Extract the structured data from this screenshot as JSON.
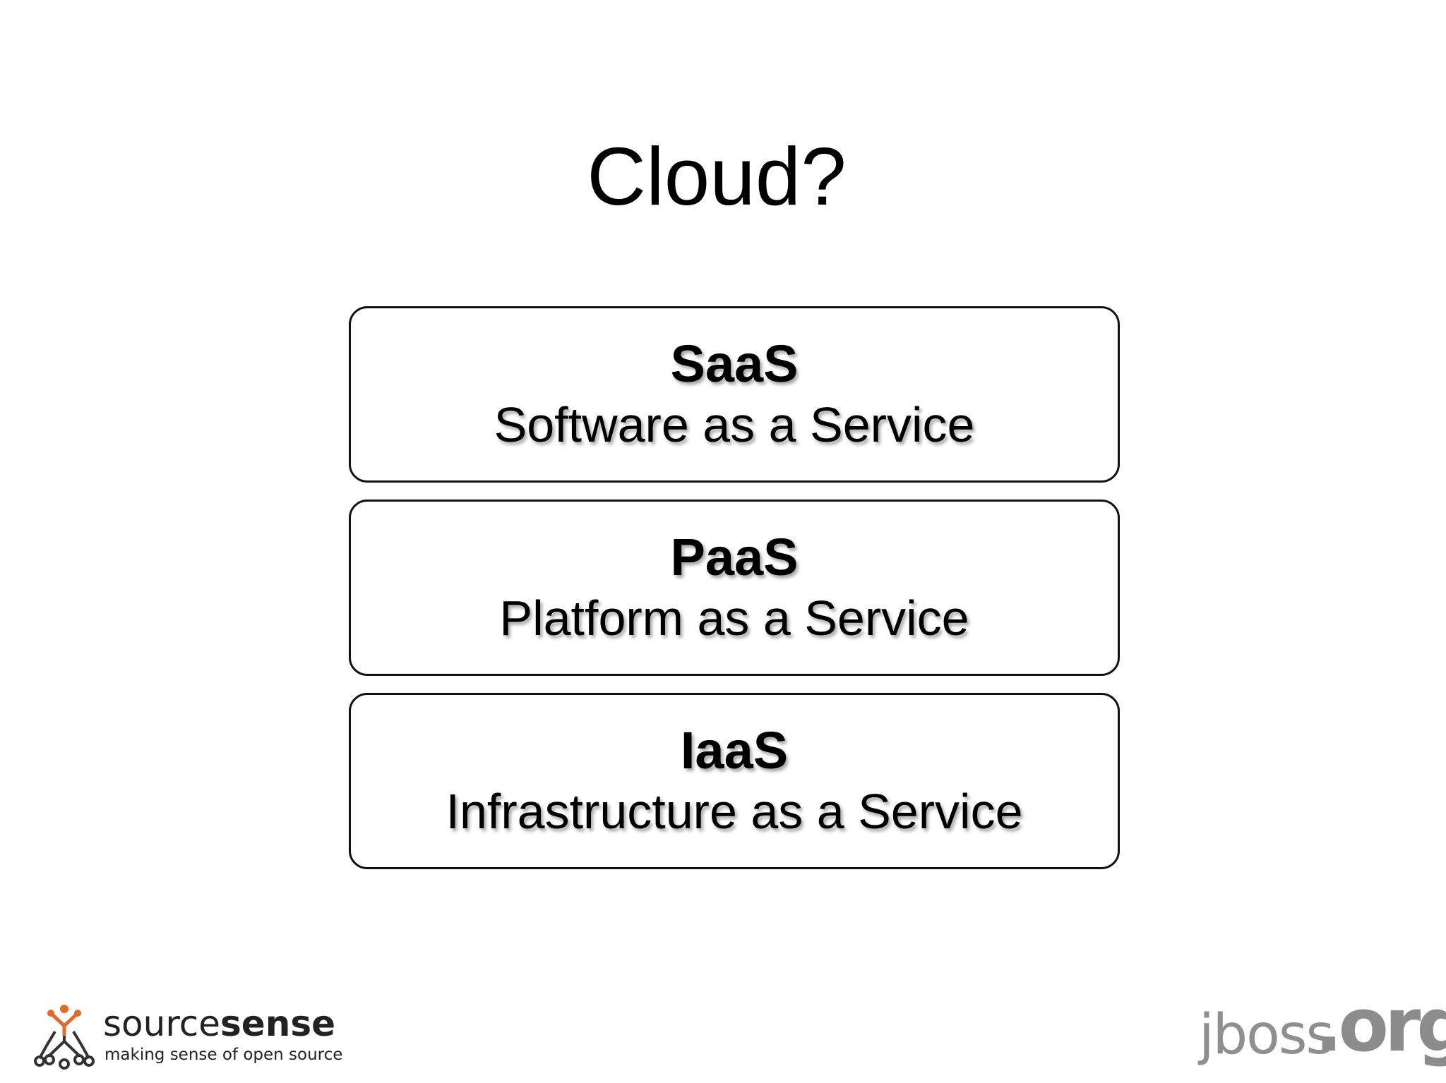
{
  "slide": {
    "title": "Cloud?"
  },
  "layers": [
    {
      "abbr": "SaaS",
      "full": "Software as a Service"
    },
    {
      "abbr": "PaaS",
      "full": "Platform as a Service"
    },
    {
      "abbr": "IaaS",
      "full": "Infrastructure as a Service"
    }
  ],
  "footer": {
    "left_logo": {
      "brand_part1": "source",
      "brand_part2": "sense",
      "tagline": "making sense of open source",
      "accent_color": "#e06a2a"
    },
    "right_logo": {
      "part1": "jboss",
      "part2": ".org",
      "color": "#8c8c8c"
    }
  }
}
